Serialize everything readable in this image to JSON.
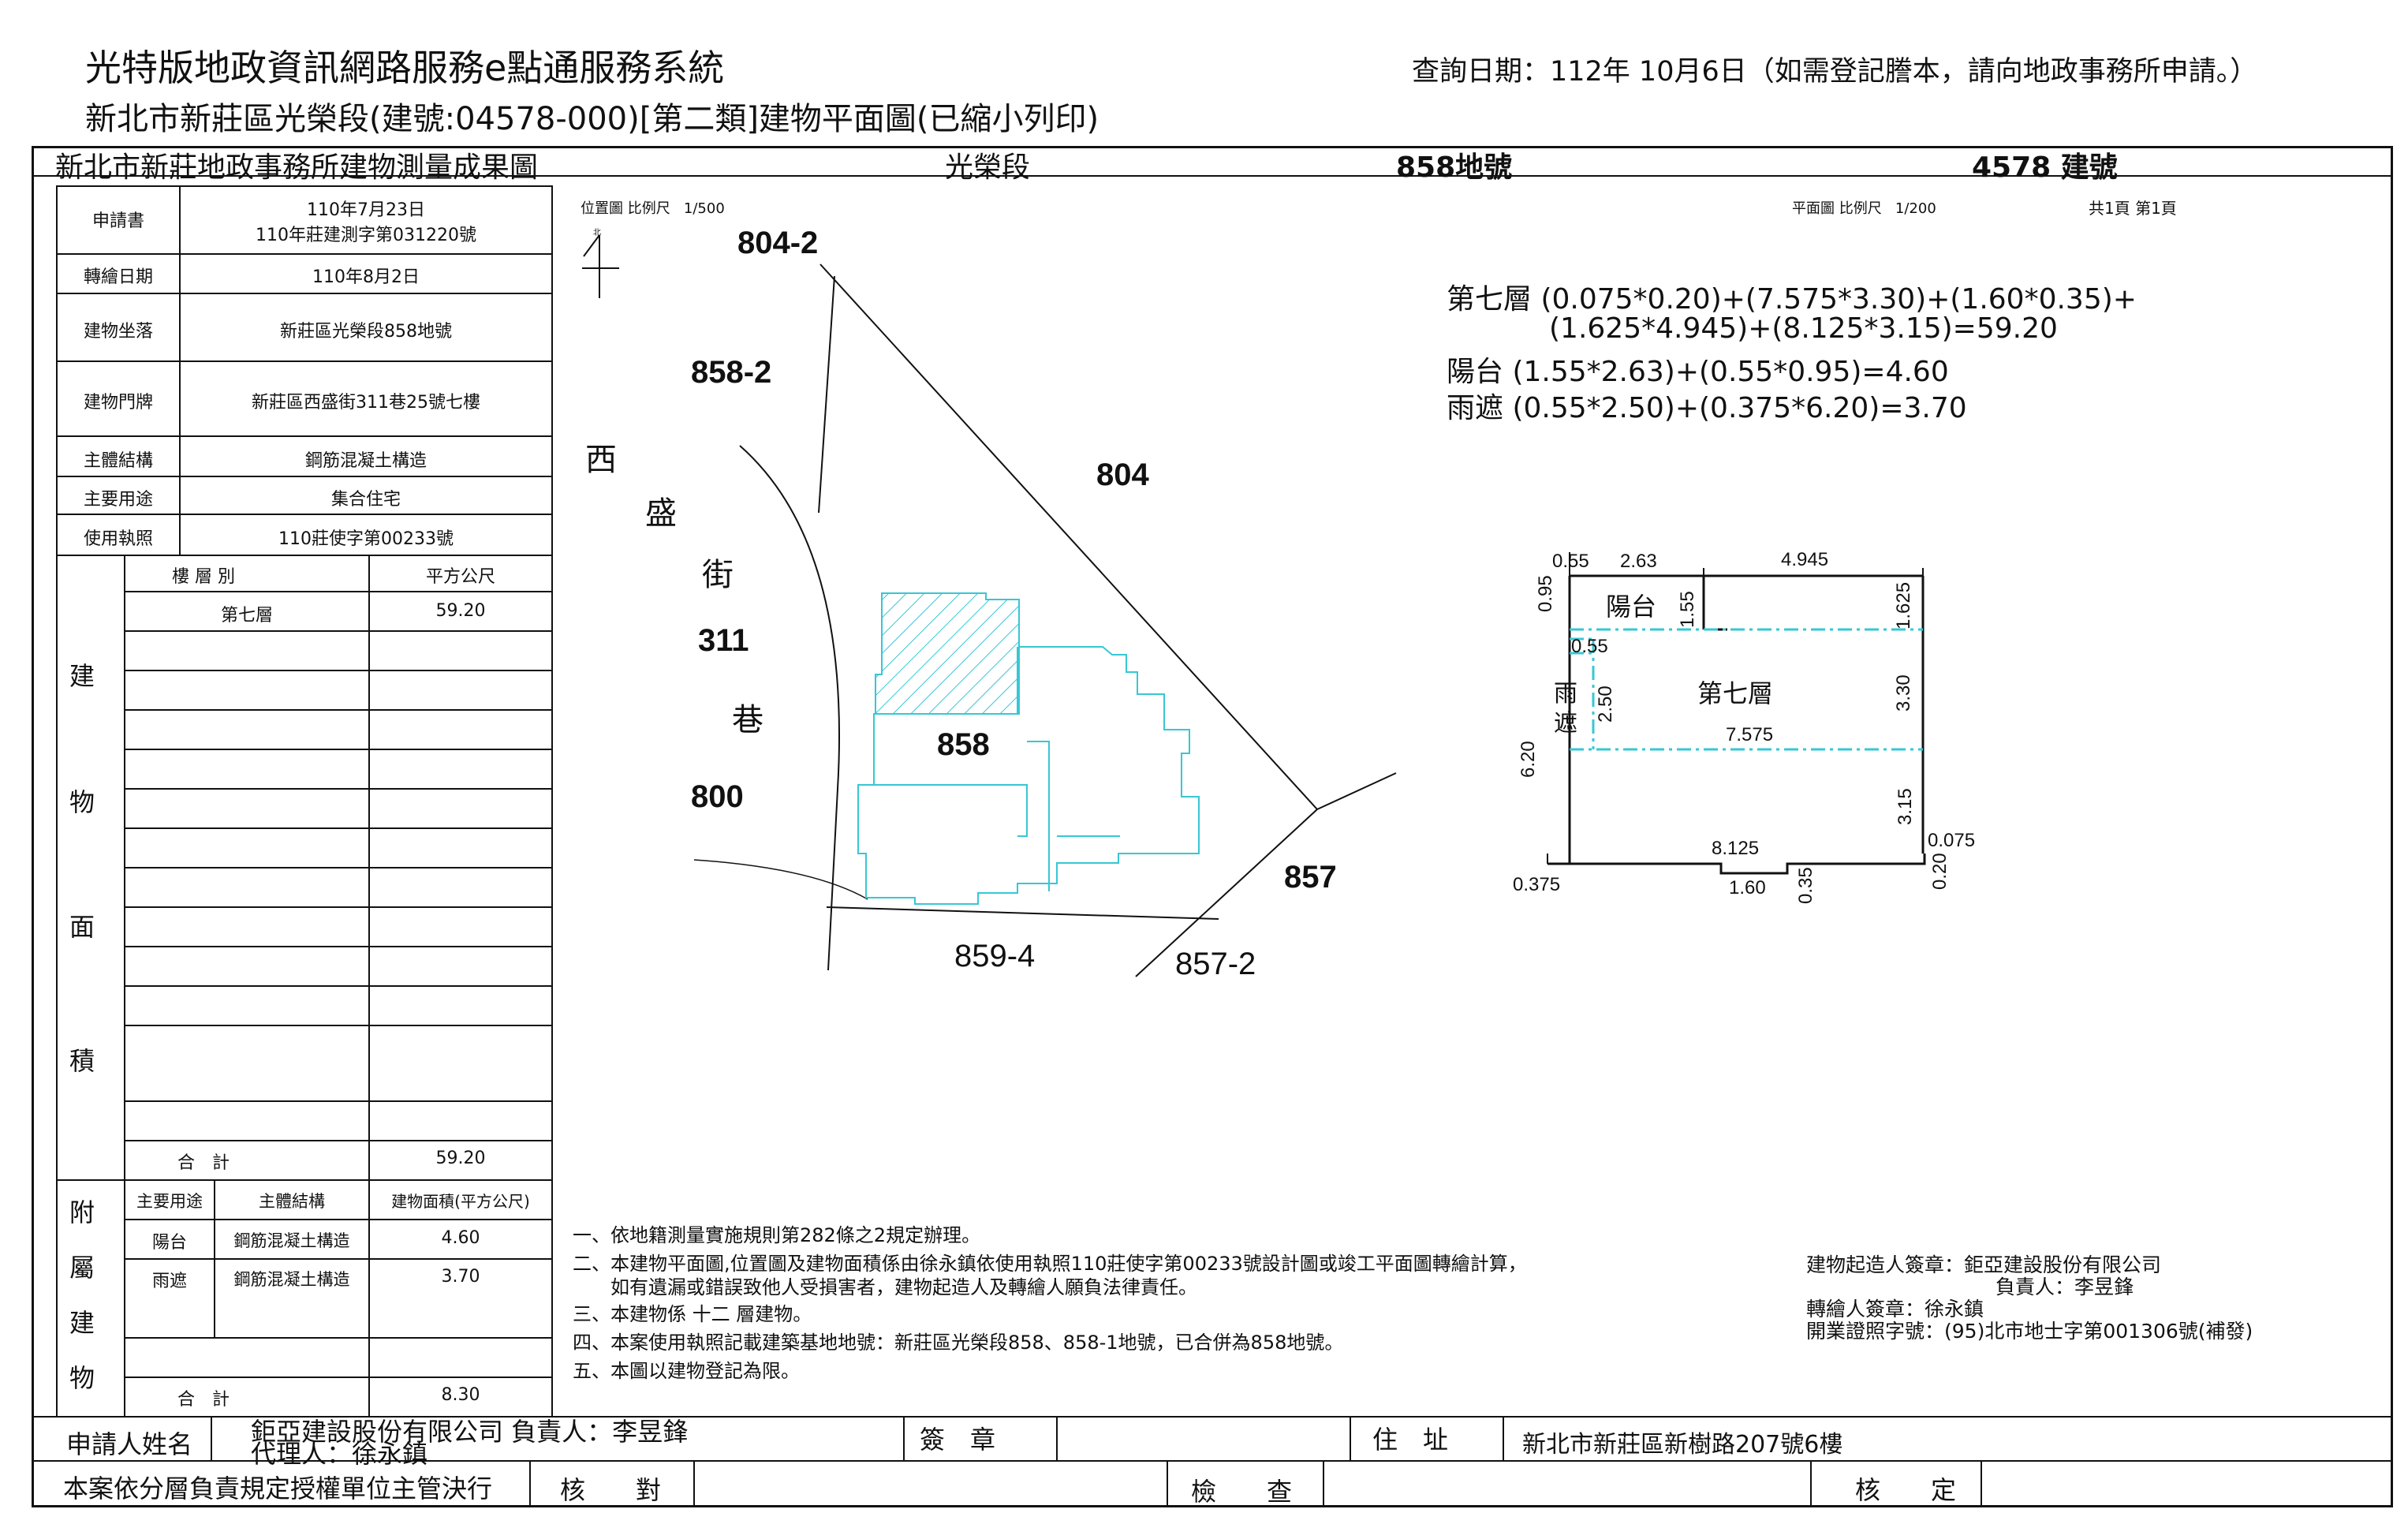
{
  "header": {
    "system_title": "光特版地政資訊網路服務e點通服務系統",
    "query_date": "查詢日期：112年 10月6日（如需登記謄本，請向地政事務所申請。）",
    "subtitle": "新北市新莊區光榮段(建號:04578-000)[第二類]建物平面圖(已縮小列印)"
  },
  "sheet_header": {
    "office": "新北市新莊地政事務所建物測量成果圖",
    "section": "光榮段",
    "land_no": "858地號",
    "building_no": "4578 建號"
  },
  "info": {
    "application_label": "申請書",
    "application_date": "110年7月23日",
    "application_no": "110年莊建測字第031220號",
    "draw_date_label": "轉繪日期",
    "draw_date": "110年8月2日",
    "location_label": "建物坐落",
    "location": "新莊區光榮段858地號",
    "door_label": "建物門牌",
    "door": "新莊區西盛街311巷25號七樓",
    "structure_label": "主體結構",
    "structure": "鋼筋混凝土構造",
    "usage_label": "主要用途",
    "usage": "集合住宅",
    "permit_label": "使用執照",
    "permit": "110莊使字第00233號"
  },
  "area_table": {
    "side_chars": [
      "建",
      "物",
      "面",
      "積"
    ],
    "col_floor": "樓 層 別",
    "col_area": "平方公尺",
    "rows": [
      {
        "floor": "第七層",
        "area": "59.20"
      }
    ],
    "total_label": "合　計",
    "total": "59.20"
  },
  "attached_table": {
    "side_chars": [
      "附",
      "屬",
      "建",
      "物"
    ],
    "col_use": "主要用途",
    "col_structure": "主體結構",
    "col_area": "建物面積(平方公尺)",
    "rows": [
      {
        "use": "陽台",
        "structure": "鋼筋混凝土構造",
        "area": "4.60"
      },
      {
        "use": "雨遮",
        "structure": "鋼筋混凝土構造",
        "area": "3.70"
      }
    ],
    "total_label": "合　計",
    "total": "8.30"
  },
  "location_map": {
    "label": "位置圖 比例尺",
    "scale": "1/500",
    "north": "北",
    "parcels": [
      "804-2",
      "858-2",
      "804",
      "858",
      "800",
      "857",
      "859-4",
      "857-2"
    ],
    "street_chars": [
      "西",
      "盛",
      "街",
      "311",
      "巷"
    ]
  },
  "floor_plan": {
    "label": "平面圖 比例尺",
    "scale": "1/200",
    "pages": "共1頁 第1頁",
    "formula": [
      "第七層 (0.075*0.20)+(7.575*3.30)+(1.60*0.35)+",
      "(1.625*4.945)+(8.125*3.15)=59.20",
      "陽台 (1.55*2.63)+(0.55*0.95)=4.60",
      "雨遮 (0.55*2.50)+(0.375*6.20)=3.70"
    ],
    "room_floor": "第七層",
    "room_balcony": "陽台",
    "room_canopy_1": "雨",
    "room_canopy_2": "遮",
    "dims": {
      "d055a": "0.55",
      "d263": "2.63",
      "d4945": "4.945",
      "d095": "0.95",
      "d155": "1.55",
      "d1625": "1.625",
      "d055b": "0.55",
      "d250": "2.50",
      "d330": "3.30",
      "d7575": "7.575",
      "d620": "6.20",
      "d315": "3.15",
      "d8125": "8.125",
      "d0075": "0.075",
      "d0375": "0.375",
      "d160": "1.60",
      "d035": "0.35",
      "d020": "0.20"
    }
  },
  "notes": [
    "一、依地籍測量實施規則第282條之2規定辦理。",
    "二、本建物平面圖,位置圖及建物面積係由徐永鎮依使用執照110莊使字第00233號設計圖或竣工平面圖轉繪計算，",
    "　　如有遺漏或錯誤致他人受損害者，建物起造人及轉繪人願負法律責任。",
    "三、本建物係 十二 層建物。",
    "四、本案使用執照記載建築基地地號：新莊區光榮段858、858-1地號，已合併為858地號。",
    "五、本圖以建物登記為限。"
  ],
  "signatures": [
    "建物起造人簽章：鉅亞建設股份有限公司",
    "負責人：李昱鋒",
    "轉繪人簽章：徐永鎮",
    "開業證照字號：(95)北市地士字第001306號(補發)"
  ],
  "footer": {
    "applicant_label": "申請人姓名",
    "applicant_1": "鉅亞建設股份有限公司 負責人：李昱鋒",
    "applicant_2": "代理人：徐永鎮",
    "seal_label": "簽　章",
    "address_label": "住　址",
    "address": "新北市新莊區新樹路207號6樓",
    "rule": "本案依分層負責規定授權單位主管決行",
    "check_label": "核　　對",
    "inspect_label": "檢　　查",
    "approve_label": "核　　定"
  },
  "colors": {
    "plan_line": "#37c7d4",
    "ink": "#111111"
  }
}
